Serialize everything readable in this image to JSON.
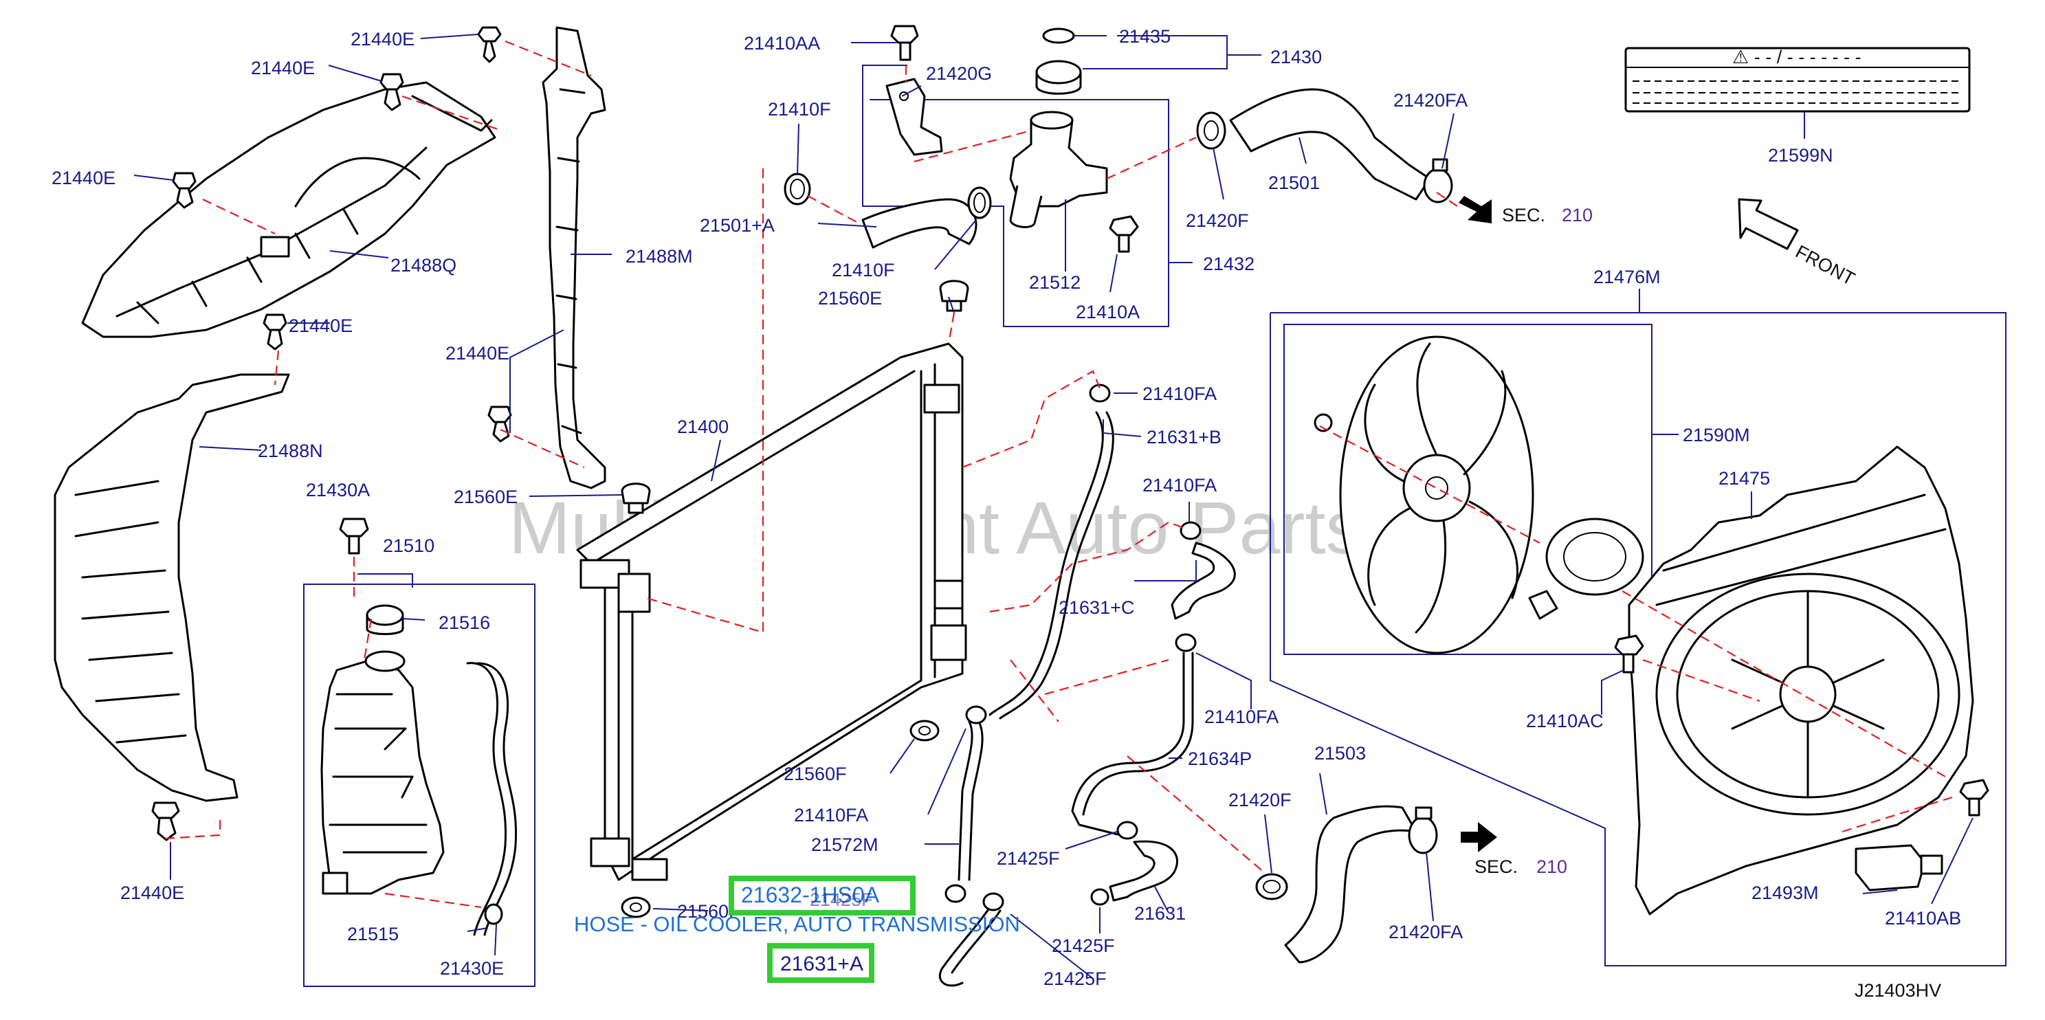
{
  "watermark": "Multi-Merchant Auto Partsstore",
  "diagram_code": "J21403HV",
  "front_label": "FRONT",
  "section_refs": [
    {
      "text": "SEC.",
      "num": "210"
    },
    {
      "text": "SEC.",
      "num": "210"
    }
  ],
  "label_card": {
    "line1": "⚠ - - / - - - - - - -",
    "part": "21599N"
  },
  "highlights": {
    "part_a": "21632-1HS0A",
    "part_a_desc": "HOSE - OIL COOLER, AUTO TRANSMISSION",
    "part_b": "21631+A"
  },
  "labels": {
    "p21440E_a": "21440E",
    "p21440E_b": "21440E",
    "p21440E_c": "21440E",
    "p21440E_d": "21440E",
    "p21440E_e": "21440E",
    "p21440E_f": "21440E",
    "p21488Q": "21488Q",
    "p21488M": "21488M",
    "p21488N": "21488N",
    "p21430A": "21430A",
    "p21510": "21510",
    "p21516": "21516",
    "p21515": "21515",
    "p21430E": "21430E",
    "p21410AA": "21410AA",
    "p21420G": "21420G",
    "p21435": "21435",
    "p21430": "21430",
    "p21410F_a": "21410F",
    "p21410F_b": "21410F",
    "p21501A": "21501+A",
    "p21560E_a": "21560E",
    "p21560E_b": "21560E",
    "p21512": "21512",
    "p21410A": "21410A",
    "p21432": "21432",
    "p21420F_a": "21420F",
    "p21501": "21501",
    "p21420FA_a": "21420FA",
    "p21400": "21400",
    "p21410FA_a": "21410FA",
    "p21631B": "21631+B",
    "p21410FA_b": "21410FA",
    "p21631C": "21631+C",
    "p21410FA_c": "21410FA",
    "p21634P": "21634P",
    "p21560F_a": "21560F",
    "p21410FA_d": "21410FA",
    "p21572M": "21572M",
    "p21425F_a": "21425F",
    "p21425F_b": "21425F",
    "p21425F_c": "21425F",
    "p21425F_d": "21425F",
    "p21631": "21631",
    "p21560F_b": "21560F",
    "p21503": "21503",
    "p21420F_b": "21420F",
    "p21420FA_b": "21420FA",
    "p21476M": "21476M",
    "p21590M": "21590M",
    "p21475": "21475",
    "p21410AC": "21410AC",
    "p21493M": "21493M",
    "p21410AB": "21410AB"
  }
}
